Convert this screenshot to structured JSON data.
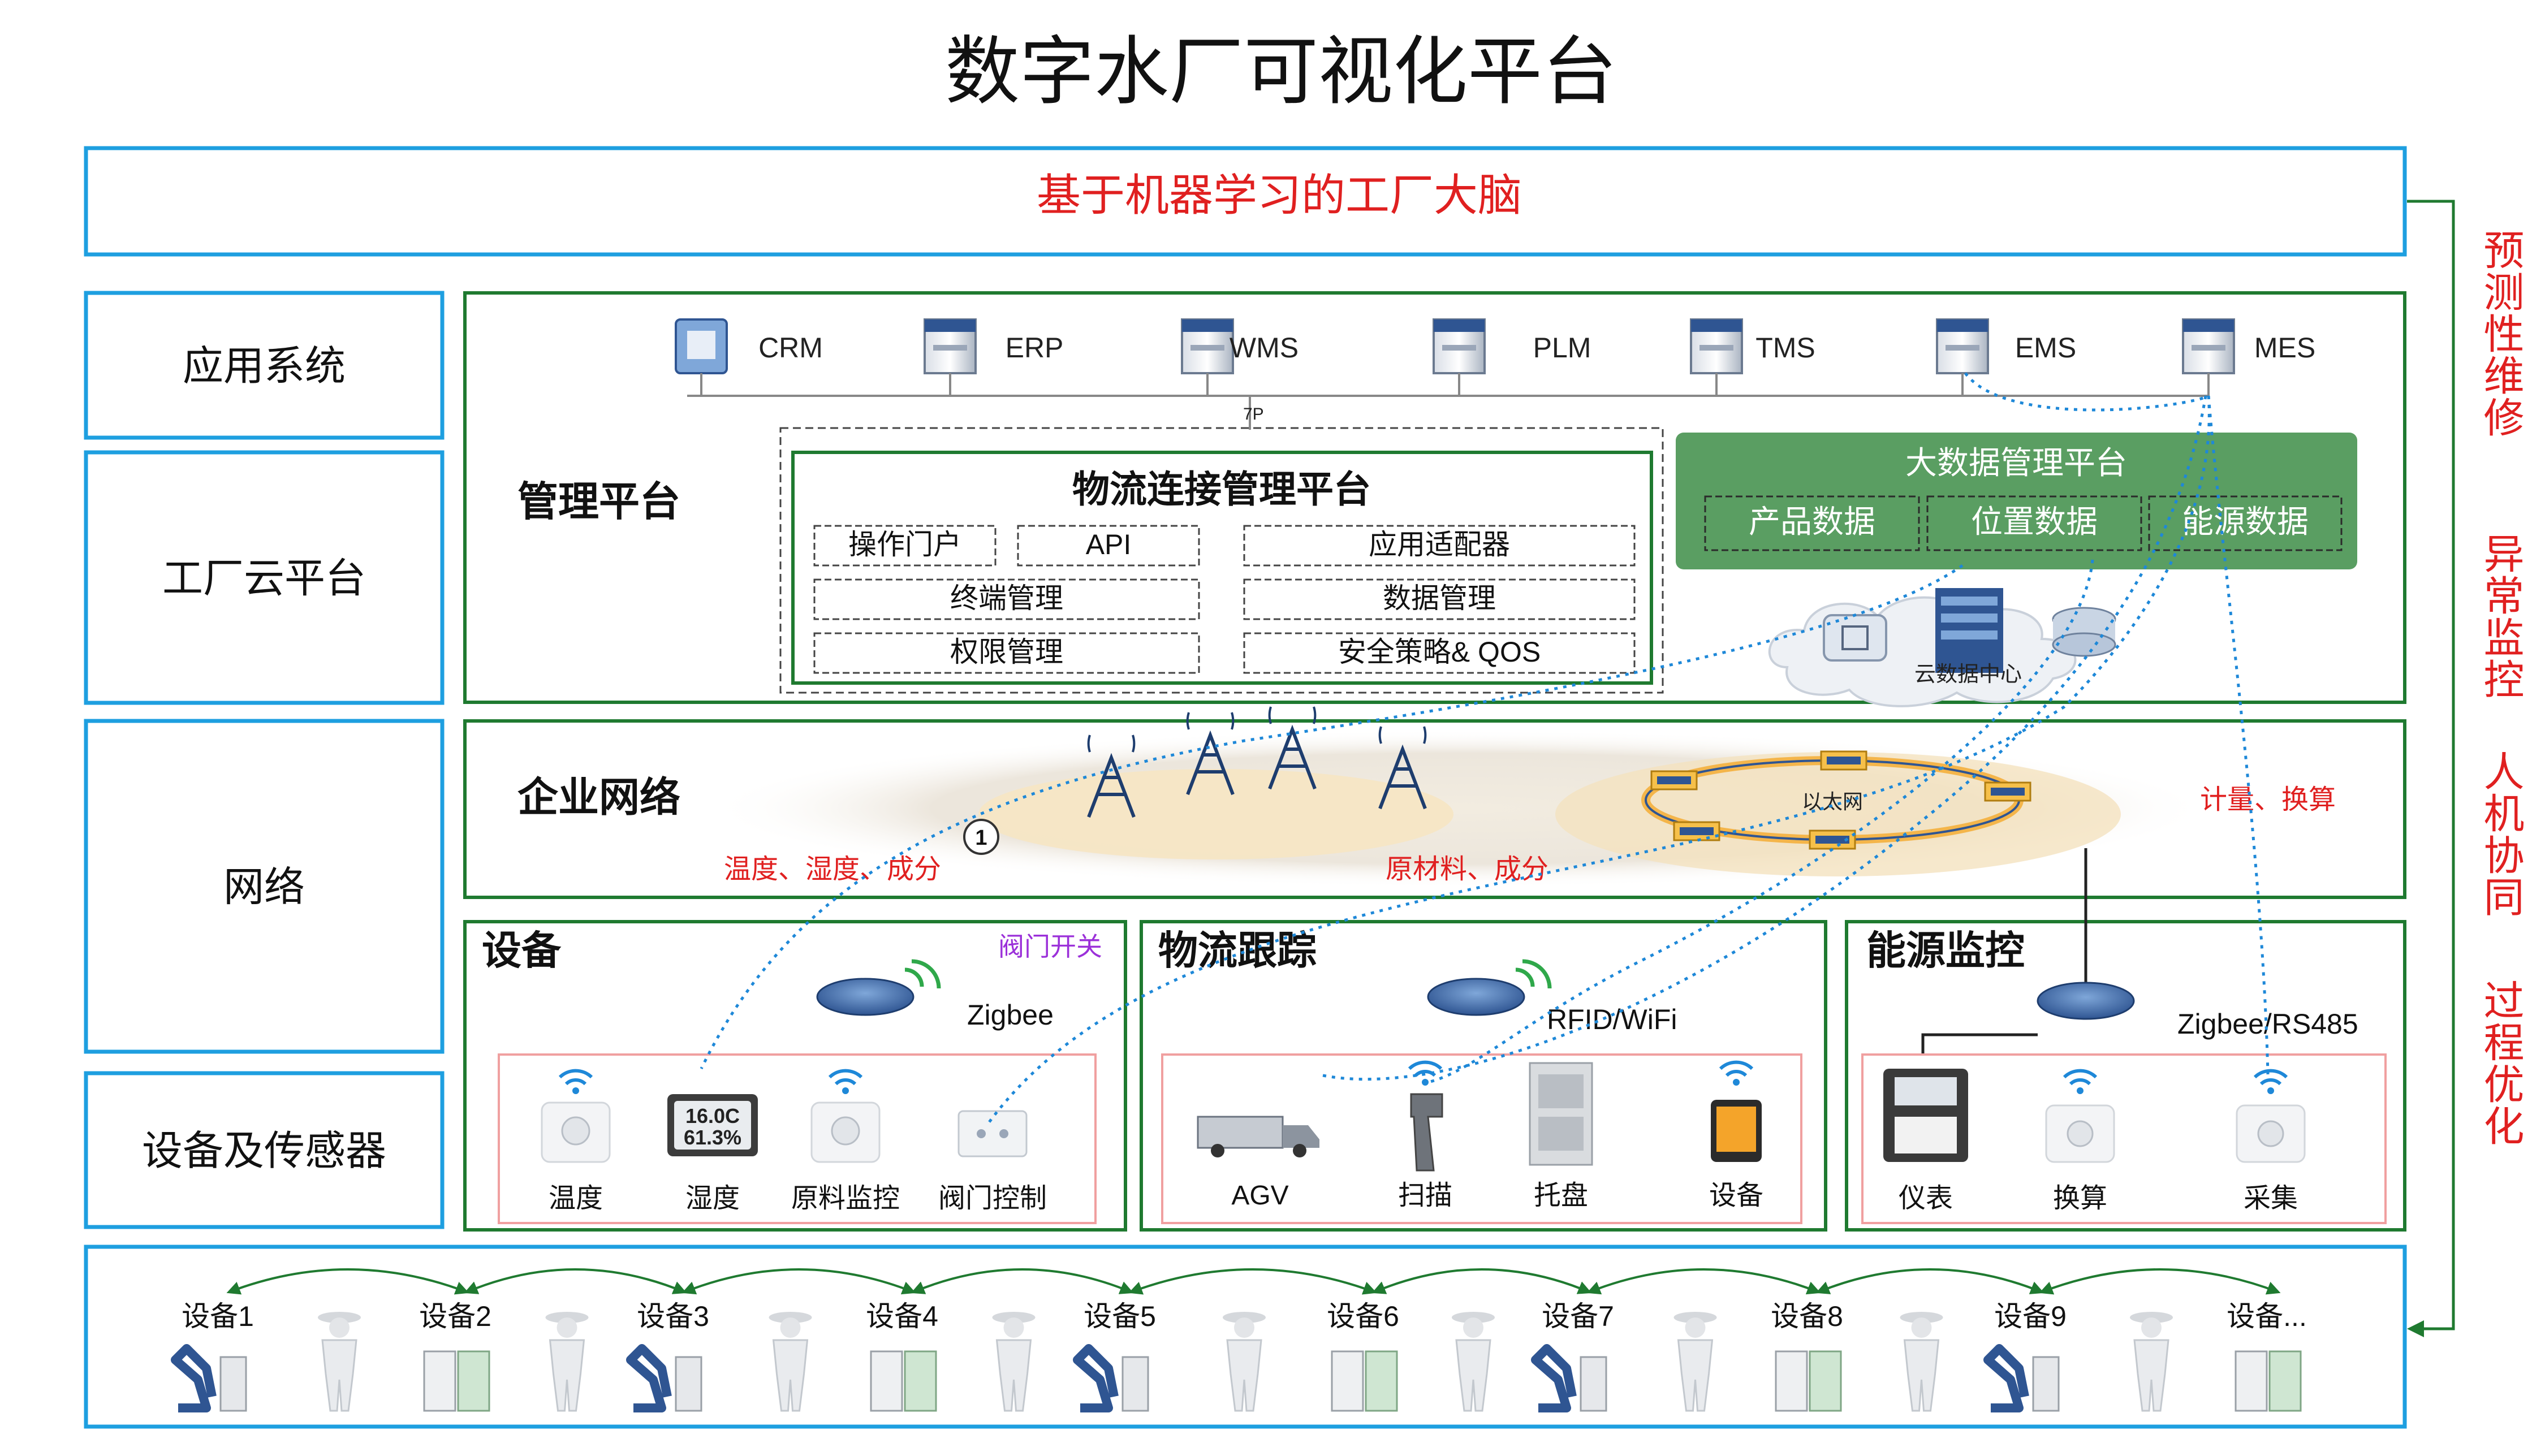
{
  "title": "数字水厂可视化平台",
  "banner": "基于机器学习的工厂大脑",
  "left_labels": [
    "应用系统",
    "工厂云平台",
    "网络",
    "设备及传感器"
  ],
  "right_labels": [
    "预测性维修",
    "异常监控",
    "人机协同",
    "过程优化"
  ],
  "apps": [
    "CRM",
    "ERP",
    "WMS",
    "PLM",
    "TMS",
    "EMS",
    "MES"
  ],
  "bus_label": "7P",
  "mgmt": {
    "title": "管理平台",
    "logistics_title": "物流连接管理平台",
    "modules": [
      "操作门户",
      "API",
      "应用适配器",
      "终端管理",
      "数据管理",
      "权限管理",
      "安全策略& QOS"
    ],
    "bigdata_title": "大数据管理平台",
    "bigdata_items": [
      "产品数据",
      "位置数据",
      "能源数据"
    ],
    "cloud_label": "云数据中心"
  },
  "network": {
    "title": "企业网络",
    "ethernet_label": "以太网",
    "badge": "1",
    "annotations": [
      "温度、湿度、成分",
      "原材料、成分",
      "计量、换算"
    ]
  },
  "device_panel": {
    "title": "设备",
    "valve_label": "阀门开关",
    "protocol": "Zigbee",
    "sensors": [
      "温度",
      "湿度",
      "原料监控",
      "阀门控制"
    ],
    "humidity_display": [
      "16.0C",
      "61.3%"
    ]
  },
  "logistics_panel": {
    "title": "物流跟踪",
    "protocol": "RFID/WiFi",
    "items": [
      "AGV",
      "扫描",
      "托盘",
      "设备"
    ]
  },
  "energy_panel": {
    "title": "能源监控",
    "protocol": "Zigbee/RS485",
    "items": [
      "仪表",
      "换算",
      "采集"
    ]
  },
  "equipment": [
    "设备1",
    "设备2",
    "设备3",
    "设备4",
    "设备5",
    "设备6",
    "设备7",
    "设备8",
    "设备9",
    "设备..."
  ],
  "colors": {
    "blue_border": "#1e9fe0",
    "green_border": "#1f7a30",
    "red_text": "#e02020",
    "purple_text": "#9b30d9",
    "bigdata_green": "#5a9e62",
    "dotted_blue": "#1e88d8"
  }
}
